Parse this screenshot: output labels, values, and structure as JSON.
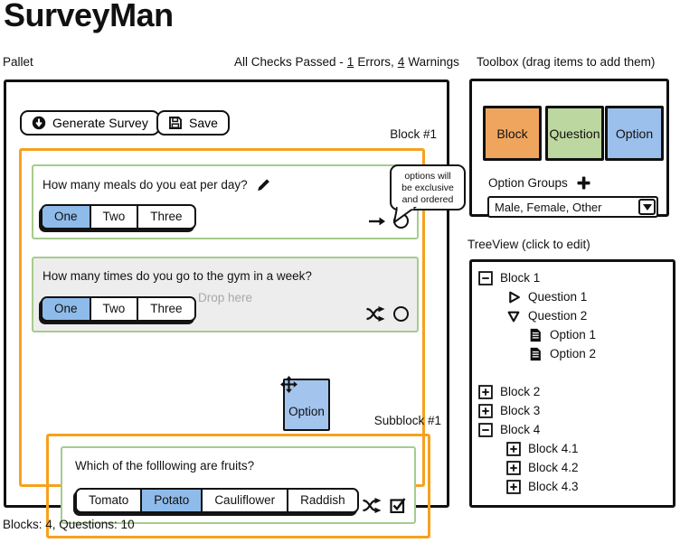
{
  "app": {
    "title": "SurveyMan"
  },
  "header": {
    "pallet_label": "Pallet",
    "toolbox_label": "Toolbox (drag items to add them)",
    "checks": {
      "prefix": "All Checks Passed -",
      "errors_count": "1",
      "errors_suffix": "Errors,",
      "warnings_count": "4",
      "warnings_suffix": "Warnings"
    }
  },
  "canvas": {
    "generate_button": "Generate Survey",
    "save_button": "Save",
    "block_label": "Block #1",
    "subblock_label": "Subblock #1",
    "drag_item_label": "Option",
    "tooltip": {
      "line1": "options will",
      "line2": "be exclusive",
      "line3": "and ordered"
    },
    "questions": [
      {
        "text": "How many meals do you eat per day?",
        "options": [
          "One",
          "Two",
          "Three"
        ],
        "selected": "One"
      },
      {
        "text": "How many times do you go to the gym in a week?",
        "options": [
          "One",
          "Two",
          "Three"
        ],
        "selected": "One",
        "drop_hint": "Drop here"
      },
      {
        "text": "Which of the folllowing are fruits?",
        "options": [
          "Tomato",
          "Potato",
          "Cauliflower",
          "Raddish"
        ],
        "selected": "Potato"
      }
    ]
  },
  "toolbox": {
    "items": [
      {
        "label": "Block",
        "color": "#F0A55F"
      },
      {
        "label": "Question",
        "color": "#BCD7A0"
      },
      {
        "label": "Option",
        "color": "#9CC0EC"
      }
    ],
    "option_groups_label": "Option Groups",
    "dropdown_value": "Male, Female, Other"
  },
  "treeview": {
    "label": "TreeView (click to edit)",
    "items": [
      {
        "label": "Block 1",
        "icon": "minus-box",
        "indent": 0
      },
      {
        "label": "Question 1",
        "icon": "triangle-right",
        "indent": 1
      },
      {
        "label": "Question 2",
        "icon": "triangle-down",
        "indent": 1
      },
      {
        "label": "Option 1",
        "icon": "document",
        "indent": 2
      },
      {
        "label": "Option 2",
        "icon": "document",
        "indent": 2
      },
      {
        "label": "Block 2",
        "icon": "plus-box",
        "indent": 0,
        "gap_before": true
      },
      {
        "label": "Block 3",
        "icon": "plus-box",
        "indent": 0
      },
      {
        "label": "Block 4",
        "icon": "minus-box",
        "indent": 0
      },
      {
        "label": "Block 4.1",
        "icon": "plus-box",
        "indent": 1
      },
      {
        "label": "Block 4.2",
        "icon": "plus-box",
        "indent": 1
      },
      {
        "label": "Block 4.3",
        "icon": "plus-box",
        "indent": 1
      }
    ]
  },
  "statusbar": {
    "text": "Blocks: 4, Questions: 10"
  },
  "colors": {
    "orange_border": "#F7A11E",
    "green_border": "#A6CB8E",
    "selected_blue": "#8FBBEA",
    "block_fill": "#F0A55F",
    "question_fill": "#BCD7A0",
    "option_fill": "#9CC0EC",
    "drop_hint_gray": "#A9A9A9"
  }
}
